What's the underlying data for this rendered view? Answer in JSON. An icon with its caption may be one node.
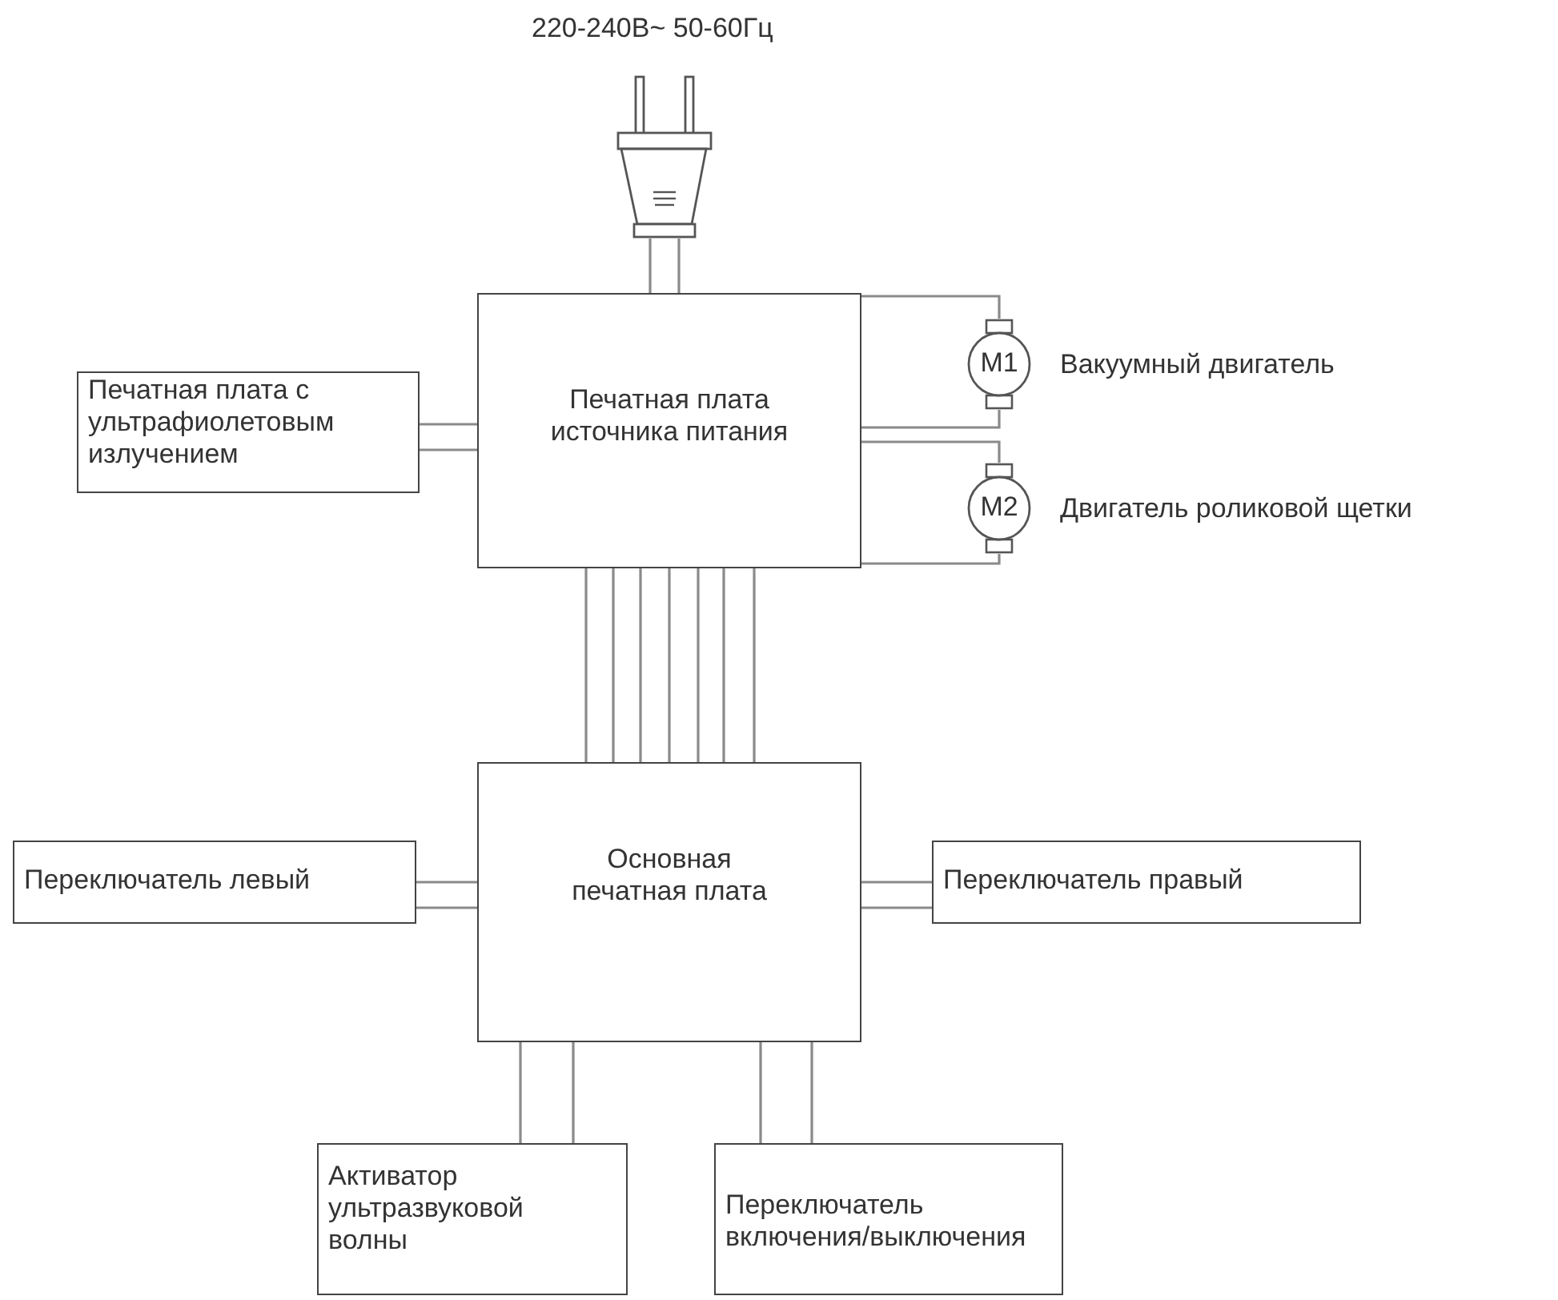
{
  "diagram": {
    "nodes": [
      {
        "text": [],
        "shape": "plug",
        "beside": [
          "220-240В~ 50-60Гц"
        ]
      },
      {
        "text": [
          "Печатная плата источника питания"
        ]
      },
      {
        "text": [
          "Печатная плата с ультрафиолетовым излучением"
        ]
      },
      {
        "text": [
          "M1"
        ],
        "beside": [
          "Вакуумный двигатель"
        ]
      },
      {
        "text": [
          "M2"
        ],
        "beside": [
          "Двигатель роликовой щетки"
        ]
      },
      {
        "text": [
          "Основная печатная плата"
        ]
      },
      {
        "text": [
          "Переключатель левый"
        ]
      },
      {
        "text": [
          "Переключатель правый"
        ]
      },
      {
        "text": [
          "Активатор ультразвуковой волны"
        ]
      },
      {
        "text": [
          "Переключатель включения/выключения"
        ]
      }
    ],
    "edges": [
      {
        "from": 0,
        "to": 1,
        "arrow": "none"
      },
      {
        "from": 0,
        "to": 1,
        "arrow": "none"
      },
      {
        "from": 1,
        "to": 2,
        "arrow": "none"
      },
      {
        "from": 1,
        "to": 2,
        "arrow": "none"
      },
      {
        "from": 1,
        "to": 3,
        "arrow": "none"
      },
      {
        "from": 1,
        "to": 3,
        "arrow": "none"
      },
      {
        "from": 1,
        "to": 4,
        "arrow": "none"
      },
      {
        "from": 1,
        "to": 4,
        "arrow": "none"
      },
      {
        "from": 1,
        "to": 5,
        "arrow": "none"
      },
      {
        "from": 1,
        "to": 5,
        "arrow": "none"
      },
      {
        "from": 1,
        "to": 5,
        "arrow": "none"
      },
      {
        "from": 1,
        "to": 5,
        "arrow": "none"
      },
      {
        "from": 1,
        "to": 5,
        "arrow": "none"
      },
      {
        "from": 1,
        "to": 5,
        "arrow": "none"
      },
      {
        "from": 1,
        "to": 5,
        "arrow": "none"
      },
      {
        "from": 5,
        "to": 6,
        "arrow": "none"
      },
      {
        "from": 5,
        "to": 6,
        "arrow": "none"
      },
      {
        "from": 5,
        "to": 7,
        "arrow": "none"
      },
      {
        "from": 5,
        "to": 7,
        "arrow": "none"
      },
      {
        "from": 5,
        "to": 8,
        "arrow": "none"
      },
      {
        "from": 5,
        "to": 8,
        "arrow": "none"
      },
      {
        "from": 5,
        "to": 9,
        "arrow": "none"
      },
      {
        "from": 5,
        "to": 9,
        "arrow": "none"
      }
    ]
  }
}
